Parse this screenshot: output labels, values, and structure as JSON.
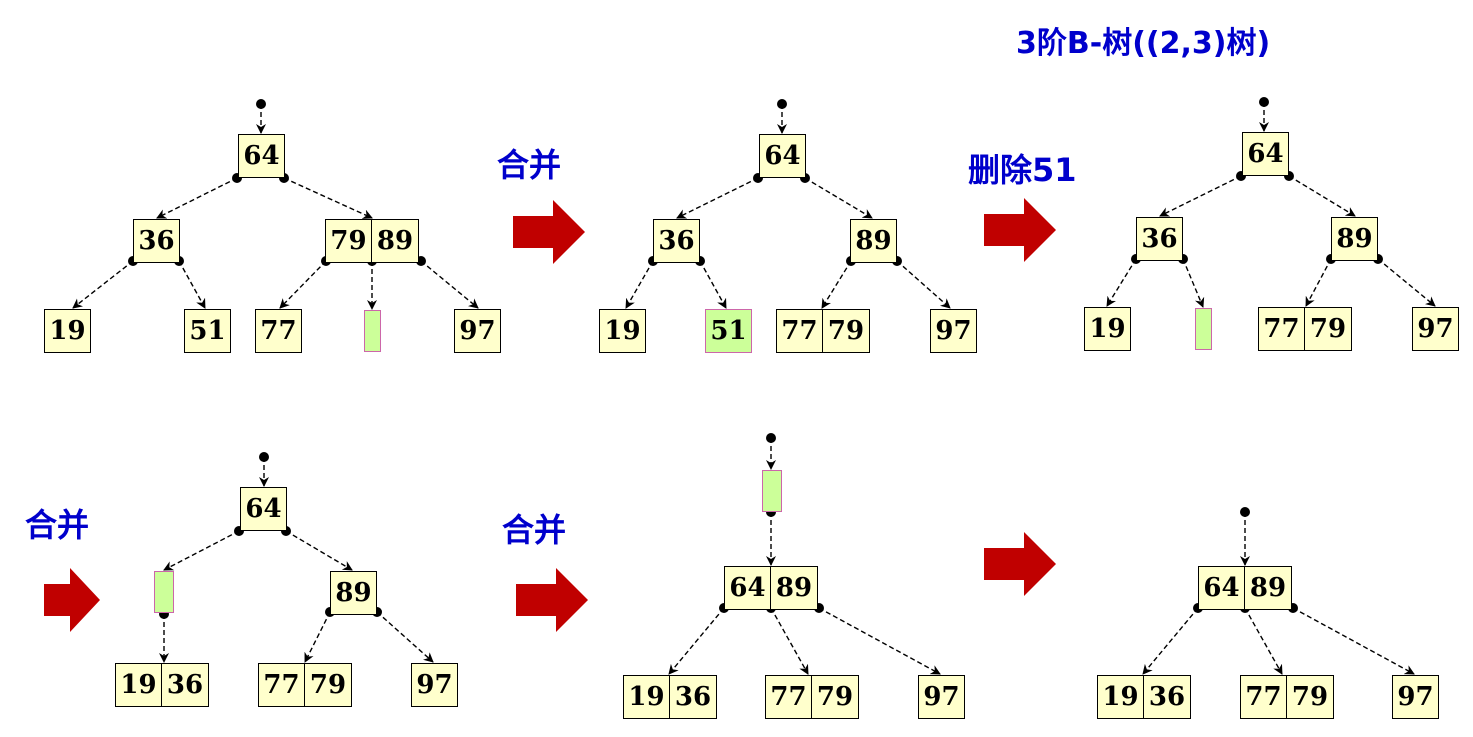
{
  "title": "3阶B-树((2,3)树)",
  "step_labels": {
    "merge_1": "合并",
    "delete": "删除51",
    "merge_2": "合并",
    "merge_3": "合并"
  },
  "colors": {
    "label_blue": "#0000cc",
    "arrow_red": "#c00000",
    "node_fill": "#ffffcc",
    "highlight_fill": "#ccff99",
    "highlight_border": "#cc66aa"
  },
  "trees": {
    "panel_1": {
      "root": [
        "64"
      ],
      "level2_left": [
        "36"
      ],
      "level2_right": [
        "79",
        "89"
      ],
      "leaves": [
        [
          "19"
        ],
        [
          "51"
        ],
        [
          "77"
        ],
        [],
        [
          "97"
        ]
      ]
    },
    "panel_2": {
      "root": [
        "64"
      ],
      "level2_left": [
        "36"
      ],
      "level2_right": [
        "89"
      ],
      "leaves": [
        [
          "19"
        ],
        [
          "51"
        ],
        [
          "77",
          "79"
        ],
        [
          "97"
        ]
      ],
      "highlighted_leaf": "51"
    },
    "panel_3": {
      "root": [
        "64"
      ],
      "level2_left": [
        "36"
      ],
      "level2_right": [
        "89"
      ],
      "leaves": [
        [
          "19"
        ],
        [],
        [
          "77",
          "79"
        ],
        [
          "97"
        ]
      ]
    },
    "panel_4": {
      "root": [
        "64"
      ],
      "level2_left": [],
      "level2_right": [
        "89"
      ],
      "leaves": [
        [
          "19",
          "36"
        ],
        [
          "77",
          "79"
        ],
        [
          "97"
        ]
      ]
    },
    "panel_5": {
      "root": [],
      "level2": [
        "64",
        "89"
      ],
      "leaves": [
        [
          "19",
          "36"
        ],
        [
          "77",
          "79"
        ],
        [
          "97"
        ]
      ]
    },
    "panel_6": {
      "root": [
        "64",
        "89"
      ],
      "leaves": [
        [
          "19",
          "36"
        ],
        [
          "77",
          "79"
        ],
        [
          "97"
        ]
      ]
    }
  }
}
